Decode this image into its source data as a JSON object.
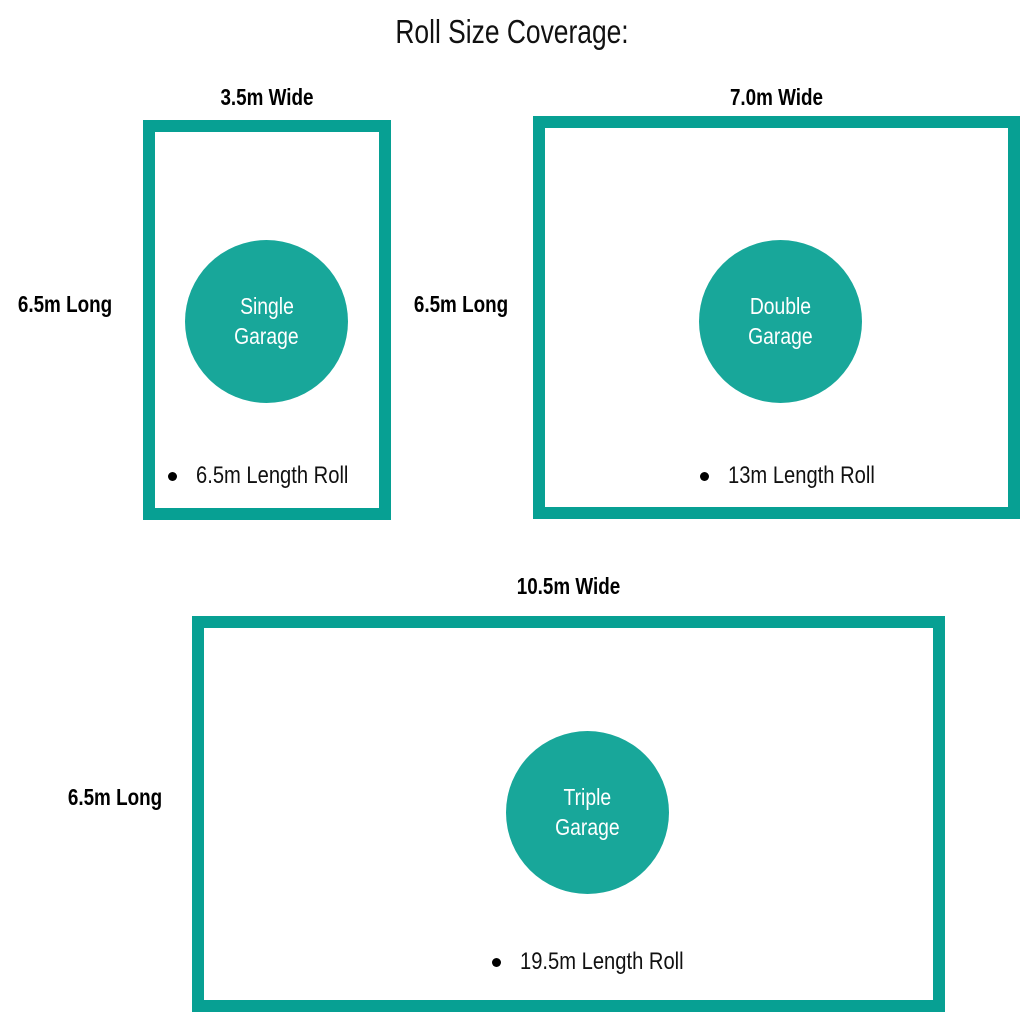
{
  "title": "Roll Size Coverage:",
  "theme": {
    "accent": "#07A093",
    "circle_fill": "#18A79A",
    "text": "#111111",
    "background": "#ffffff"
  },
  "garages": [
    {
      "id": "single",
      "width_label": "3.5m Wide",
      "length_label": "6.5m Long",
      "circle_line1": "Single",
      "circle_line2": "Garage",
      "roll_note": "6.5m Length Roll"
    },
    {
      "id": "double",
      "width_label": "7.0m Wide",
      "length_label": "6.5m Long",
      "circle_line1": "Double",
      "circle_line2": "Garage",
      "roll_note": "13m Length Roll"
    },
    {
      "id": "triple",
      "width_label": "10.5m Wide",
      "length_label": "6.5m Long",
      "circle_line1": "Triple",
      "circle_line2": "Garage",
      "roll_note": "19.5m Length Roll"
    }
  ]
}
